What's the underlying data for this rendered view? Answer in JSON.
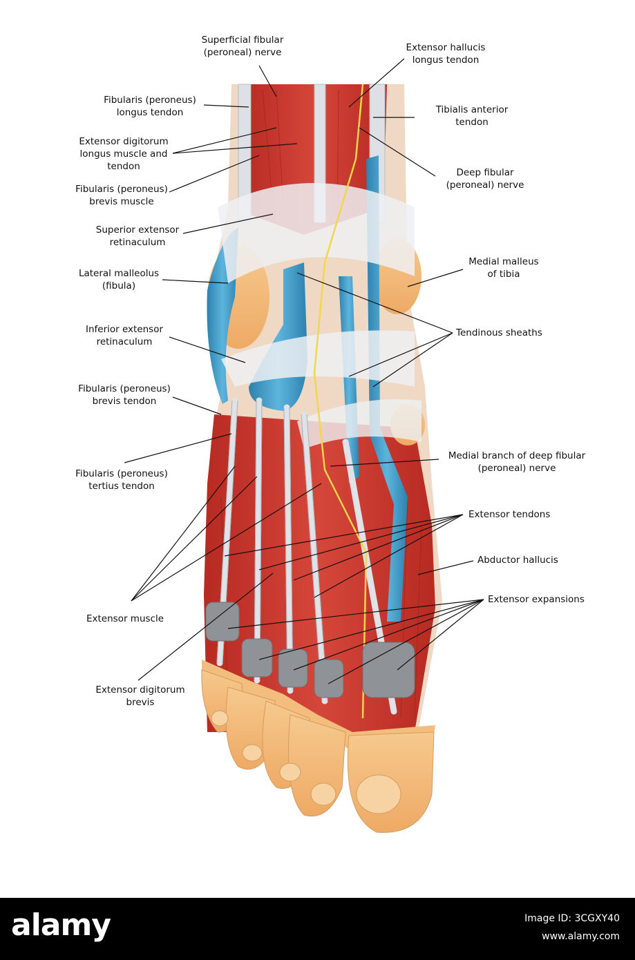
{
  "labels": {
    "superficial_fibular_nerve": [
      "Superficial fibular",
      "(peroneal) nerve"
    ],
    "extensor_hallucis_longus_tendon": [
      "Extensor hallucis",
      "longus tendon"
    ],
    "fibularis_longus_tendon": [
      "Fibularis (peroneus)",
      "longus tendon"
    ],
    "tibialis_anterior_tendon": [
      "Tibialis anterior",
      "tendon"
    ],
    "extensor_digitorum_longus": [
      "Extensor digitorum",
      "longus muscle and",
      "tendon"
    ],
    "deep_fibular_nerve": [
      "Deep fibular",
      "(peroneal) nerve"
    ],
    "fibularis_brevis_muscle": [
      "Fibularis (peroneus)",
      "brevis muscle"
    ],
    "superior_extensor_retinaculum": [
      "Superior extensor",
      "retinaculum"
    ],
    "medial_malleolus": [
      "Medial malleus",
      "of tibia"
    ],
    "lateral_malleolus": [
      "Lateral malleolus",
      "(fibula)"
    ],
    "tendinous_sheaths": [
      "Tendinous sheaths"
    ],
    "inferior_extensor_retinaculum": [
      "Inferior extensor",
      "retinaculum"
    ],
    "fibularis_brevis_tendon": [
      "Fibularis (peroneus)",
      "brevis tendon"
    ],
    "medial_branch_deep_fibular": [
      "Medial branch of deep fibular",
      "(peroneal) nerve"
    ],
    "fibularis_tertius_tendon": [
      "Fibularis (peroneus)",
      "tertius tendon"
    ],
    "extensor_tendons": [
      "Extensor tendons"
    ],
    "abductor_hallucis": [
      "Abductor hallucis"
    ],
    "extensor_expansions": [
      "Extensor expansions"
    ],
    "extensor_muscle": [
      "Extensor muscle"
    ],
    "extensor_digitorum_brevis": [
      "Extensor digitorum",
      "brevis"
    ]
  },
  "watermark": {
    "logo": "alamy",
    "image_id": "Image ID: 3CGXY40",
    "url": "www.alamy.com"
  },
  "colors": {
    "muscle": "#c8352b",
    "muscle_dark": "#9e231c",
    "tendon": "#d9dde2",
    "sheath": "#3f9dc9",
    "skin": "#f3bd7e",
    "nerve": "#f2d64b",
    "expansion": "#8f9398"
  }
}
